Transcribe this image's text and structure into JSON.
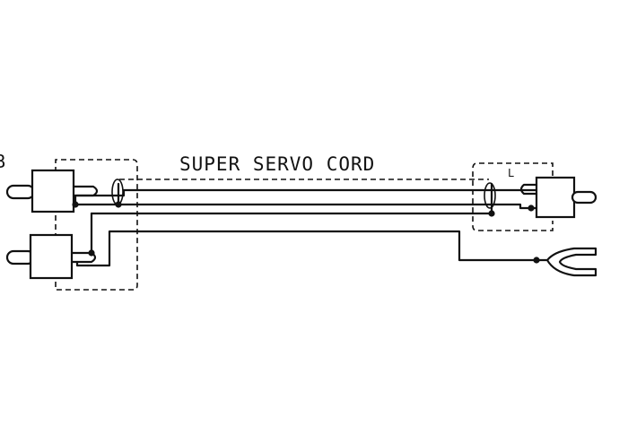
{
  "diagram": {
    "title": "SUPER SERVO CORD",
    "left_edge_mark": "B",
    "right_connector_mark": "L"
  }
}
